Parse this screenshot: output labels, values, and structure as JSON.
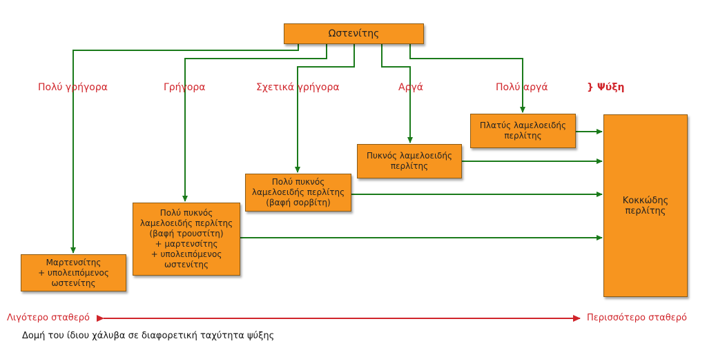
{
  "nodes": {
    "austenite": "Ωστενίτης",
    "coarse_pearlite": "Πλατύς λαμελοειδής\nπερλίτης",
    "dense_pearlite": "Πυκνός λαμελοειδής\nπερλίτης",
    "very_dense_pearlite": "Πολύ πυκνός\nλαμελοειδής περλίτης\n(βαφή σορβίτη)",
    "troostite_mix": "Πολύ πυκνός\nλαμελοειδής περλίτης\n(βαφή τρουστίτη)\n+ μαρτενσίτης\n+ υπολειπόμενος\nωστενίτης",
    "martensite_mix": "Μαρτενσίτης\n+ υπολειπόμενος\nωστενίτης",
    "granular_pearlite": "Κοκκώδης\nπερλίτης"
  },
  "speeds": {
    "very_fast": "Πολύ γρήγορα",
    "fast": "Γρήγορα",
    "relatively_fast": "Σχετικά γρήγορα",
    "slow": "Αργά",
    "very_slow": "Πολύ αργά"
  },
  "cooling_label": "} Ψύξη",
  "stability": {
    "less": "Λιγότερο σταθερό",
    "more": "Περισσότερο σταθερό"
  },
  "caption": "Δομή του ίδιου χάλυβα σε διαφορετική ταχύτητα ψύξης",
  "colors": {
    "box_fill": "#f7951f",
    "arrow_green": "#1a7a1a",
    "label_red": "#d0242a"
  }
}
